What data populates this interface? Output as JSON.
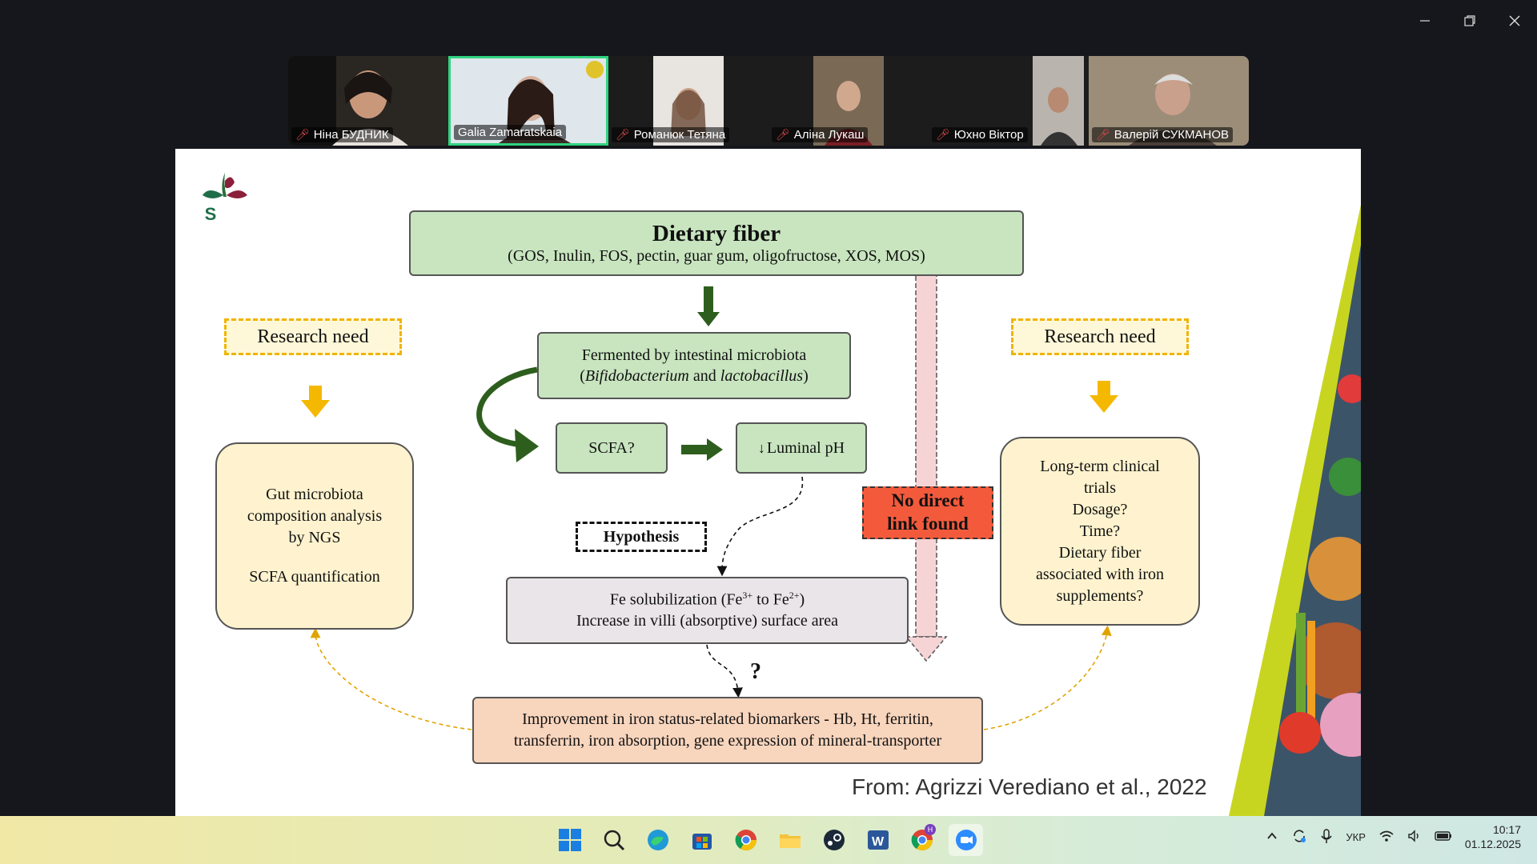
{
  "window": {
    "minimize_icon": "minimize-icon",
    "restore_icon": "restore-icon",
    "close_icon": "close-icon"
  },
  "participants": [
    {
      "name": "Ніна БУДНИК",
      "muted": true
    },
    {
      "name": "Galia Zamaratskaia",
      "muted": false,
      "active": true
    },
    {
      "name": "Романюк Тетяна",
      "muted": true
    },
    {
      "name": "Аліна Лукаш",
      "muted": true
    },
    {
      "name": "Юхно Віктор",
      "muted": true
    },
    {
      "name": "Валерій СУКМАНОВ",
      "muted": true
    }
  ],
  "slide": {
    "logo_letter": "S",
    "dietary_fiber": {
      "title": "Dietary fiber",
      "subtitle": "(GOS, Inulin, FOS, pectin, guar gum, oligofructose, XOS, MOS)"
    },
    "fermented": {
      "line1": "Fermented by intestinal microbiota",
      "bif": "Bifidobacterium",
      "and": " and ",
      "lacto": "lactobacillus"
    },
    "scfa": "SCFA?",
    "luminal": "Luminal pH",
    "hypothesis": "Hypothesis",
    "fe": {
      "line1a": "Fe solubilization (Fe",
      "sup1": "3+",
      "line1b": " to Fe",
      "sup2": "2+",
      "line1c": ")",
      "line2": "Increase in villi (absorptive) surface area"
    },
    "question": "?",
    "no_link": {
      "line1": "No direct",
      "line2": "link found"
    },
    "research_left": "Research need",
    "research_right": "Research need",
    "left_box": {
      "line1": "Gut microbiota",
      "line2": "composition analysis",
      "line3": "by NGS",
      "line4": "SCFA quantification"
    },
    "right_box": {
      "line1": "Long-term clinical",
      "line2": "trials",
      "line3": "Dosage?",
      "line4": "Time?",
      "line5": "Dietary fiber",
      "line6": "associated with iron",
      "line7": "supplements?"
    },
    "improvement": {
      "line1": "Improvement in iron status-related biomarkers - Hb, Ht, ferritin,",
      "line2": "transferrin, iron absorption, gene expression of mineral-transporter"
    },
    "citation": "From: Agrizzi Verediano et al., 2022"
  },
  "taskbar": {
    "icons": [
      "windows-start-icon",
      "search-icon",
      "edge-icon",
      "store-icon",
      "chrome-icon",
      "file-explorer-icon",
      "steam-icon",
      "word-icon",
      "chrome-profile-icon",
      "zoom-icon"
    ],
    "badge": "H",
    "language": "УКР",
    "time": "10:17",
    "date": "01.12.2025"
  },
  "colors": {
    "active_border": "#2fd37f",
    "green_box": "#c8e5bf",
    "no_link": "#f35a3c",
    "arrow_yellow": "#f5b800",
    "arrow_green": "#2e5e1e"
  }
}
